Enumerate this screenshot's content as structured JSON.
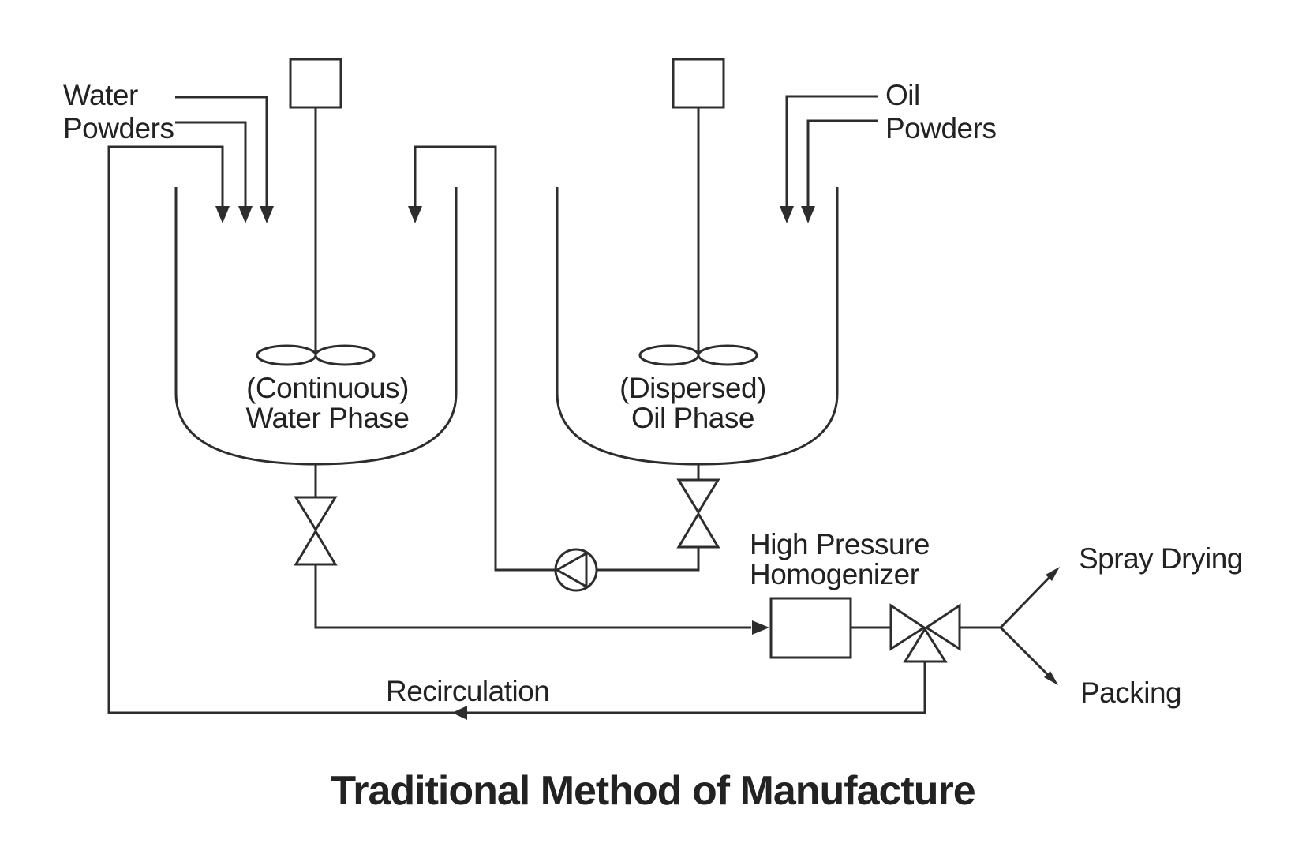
{
  "title": "Traditional Method of Manufacture",
  "colors": {
    "line": "#2d2d2d",
    "text": "#222222",
    "background": "#ffffff"
  },
  "feeds": {
    "left": {
      "water": "Water",
      "powders": "Powders"
    },
    "right": {
      "oil": "Oil",
      "powders": "Powders"
    }
  },
  "tanks": {
    "left": {
      "line1": "(Continuous)",
      "line2": "Water Phase"
    },
    "right": {
      "line1": "(Dispersed)",
      "line2": "Oil Phase"
    }
  },
  "homogenizer": {
    "line1": "High Pressure",
    "line2": "Homogenizer"
  },
  "outputs": {
    "spray_drying": "Spray Drying",
    "packing": "Packing"
  },
  "recirculation": {
    "label": "Recirculation"
  },
  "symbols": [
    "agitator-motor-icon",
    "agitator-propeller-icon",
    "mixing-tank-icon",
    "shutoff-valve-icon",
    "pump-icon",
    "homogenizer-box-icon",
    "three-way-valve-icon",
    "flow-arrow-icon"
  ]
}
